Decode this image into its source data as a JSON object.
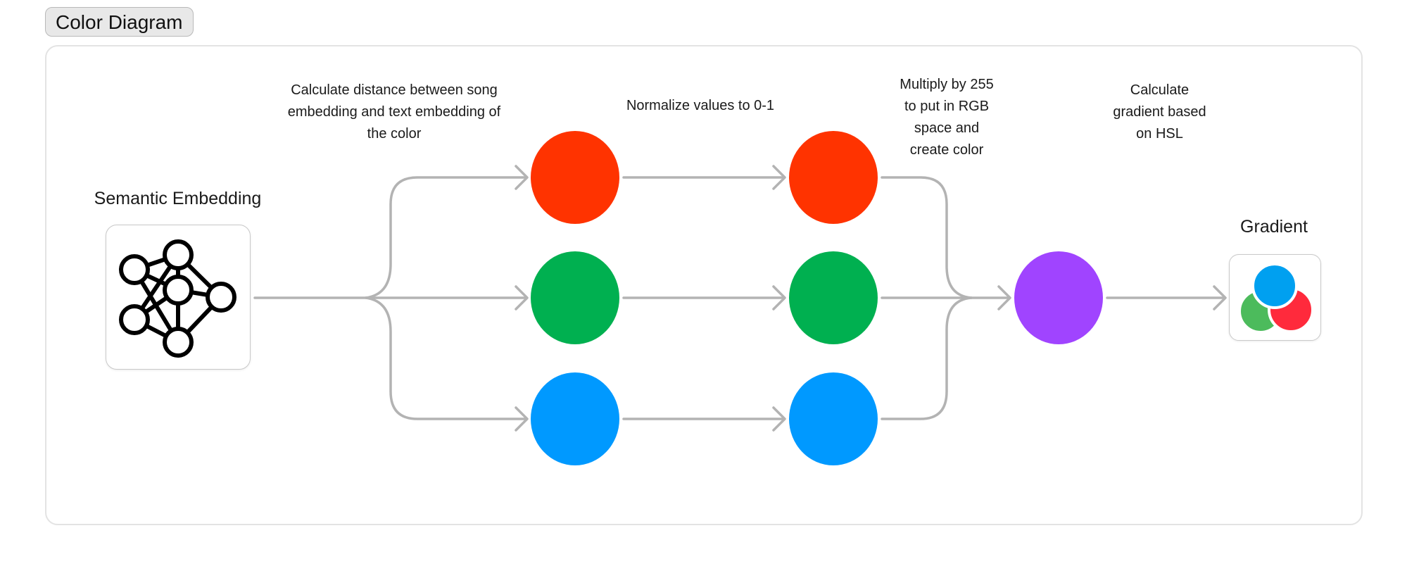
{
  "header": {
    "title": "Color Diagram"
  },
  "diagram": {
    "source": {
      "label": "Semantic Embedding",
      "icon": "neural-network-icon"
    },
    "steps": {
      "distance": "Calculate distance between song\nembedding and text embedding of\nthe color",
      "normalize": "Normalize values to 0-1",
      "multiply": "Multiply by 255\nto put in RGB\nspace and\ncreate color",
      "gradient_calc": "Calculate\ngradient based\non HSL"
    },
    "output": {
      "label": "Gradient",
      "icon": "color-wheel-icon"
    },
    "colors": {
      "red": "#ff3300",
      "green": "#00b050",
      "blue": "#0099ff",
      "purple": "#a044ff",
      "connector": "#b3b3b3",
      "icon_red": "#ff2a3c",
      "icon_green": "#4cbb5c",
      "icon_blue": "#00a0f0"
    }
  }
}
